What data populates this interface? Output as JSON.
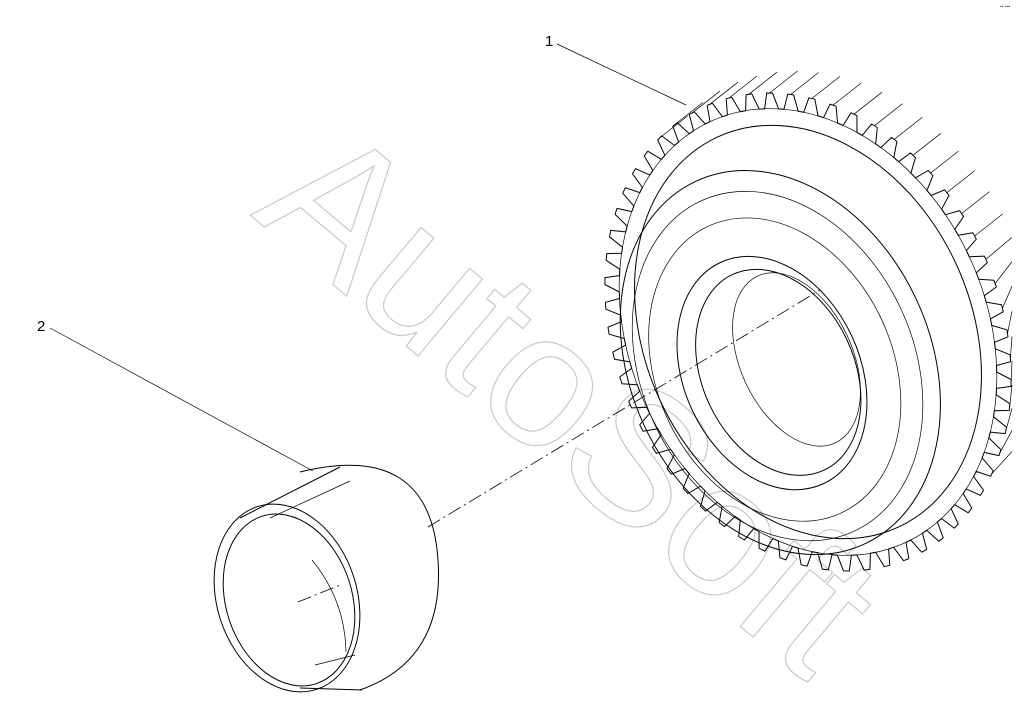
{
  "figure": {
    "callouts": [
      {
        "label": "1",
        "part": "gear"
      },
      {
        "label": "2",
        "part": "bushing"
      }
    ],
    "watermark": "AutoSoft",
    "corner_mark": "▪▪ ▪▪▪"
  },
  "colors": {
    "line": "#000000",
    "watermark": "#c8c8c8",
    "background": "#ffffff"
  }
}
